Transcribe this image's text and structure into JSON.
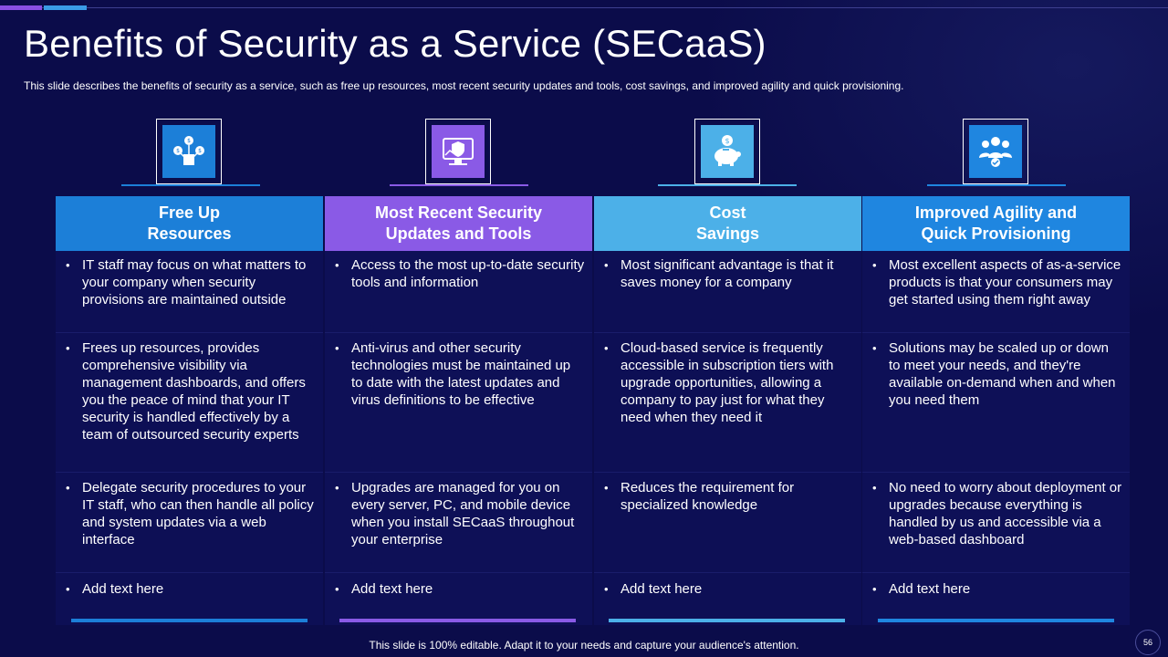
{
  "header": {
    "title": "Benefits of Security as a Service (SECaaS)",
    "subtitle": "This slide describes the benefits of security as a service, such as free up resources, most recent security updates and tools, cost savings, and improved agility and quick provisioning."
  },
  "columns": [
    {
      "icon": "resources-icon",
      "color": "#1c7fd8",
      "header_line1": "Free Up",
      "header_line2": "Resources",
      "rows": [
        "IT staff may focus on what matters to your company when security provisions are maintained outside",
        "Frees up resources, provides comprehensive visibility via management dashboards, and offers you the peace of mind that your IT security is handled effectively by a team of outsourced security experts",
        "Delegate security procedures to your IT staff, who can then handle all policy and system updates via a web interface",
        "Add text here"
      ]
    },
    {
      "icon": "security-monitor-icon",
      "color": "#8a5ae6",
      "header_line1": "Most Recent Security",
      "header_line2": "Updates and Tools",
      "rows": [
        "Access to the most up-to-date security tools and information",
        "Anti-virus and other security technologies must be maintained up to date with the latest updates and virus definitions to be effective",
        "Upgrades are managed for you on every server, PC, and mobile device when you install SECaaS throughout your enterprise",
        "Add text here"
      ]
    },
    {
      "icon": "piggy-bank-icon",
      "color": "#4cb0e8",
      "header_line1": "Cost",
      "header_line2": "Savings",
      "rows": [
        "Most significant advantage is that it saves money for a company",
        "Cloud-based service is frequently accessible in subscription tiers with upgrade opportunities, allowing a company to pay just for what they need when they need it",
        "Reduces the requirement for specialized knowledge",
        "Add text here"
      ]
    },
    {
      "icon": "team-agility-icon",
      "color": "#1f86e0",
      "header_line1": "Improved Agility and",
      "header_line2": "Quick Provisioning",
      "rows": [
        "Most excellent aspects of as-a-service products is that your consumers may get started using them right away",
        " Solutions may be scaled up or down to meet your needs, and they're available on-demand when and when you need them",
        " No need to worry about deployment or upgrades because everything is handled by us and accessible via a web-based dashboard",
        "Add text here"
      ]
    }
  ],
  "footer": {
    "note": "This slide is 100% editable. Adapt it to your needs and capture your audience's attention.",
    "page_number": "56"
  }
}
